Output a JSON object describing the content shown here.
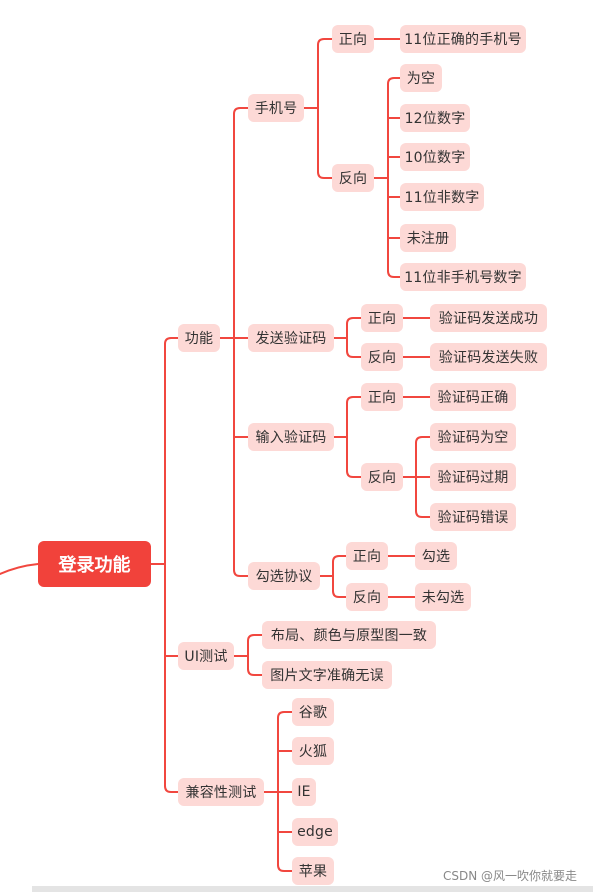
{
  "colors": {
    "line": "#f1473f",
    "node_bg": "#fdd9d6",
    "root_bg": "#f1423b",
    "root_text": "#ffffff",
    "node_text": "#333333"
  },
  "mindmap": {
    "root": {
      "label": "登录功能"
    },
    "func": {
      "label": "功能",
      "phone": {
        "label": "手机号",
        "pos": {
          "label": "正向",
          "items": [
            "11位正确的手机号"
          ]
        },
        "neg": {
          "label": "反向",
          "items": [
            "为空",
            "12位数字",
            "10位数字",
            "11位非数字",
            "未注册",
            "11位非手机号数字"
          ]
        }
      },
      "sendcode": {
        "label": "发送验证码",
        "pos": {
          "label": "正向",
          "items": [
            "验证码发送成功"
          ]
        },
        "neg": {
          "label": "反向",
          "items": [
            "验证码发送失败"
          ]
        }
      },
      "inputcode": {
        "label": "输入验证码",
        "pos": {
          "label": "正向",
          "items": [
            "验证码正确"
          ]
        },
        "neg": {
          "label": "反向",
          "items": [
            "验证码为空",
            "验证码过期",
            "验证码错误"
          ]
        }
      },
      "agree": {
        "label": "勾选协议",
        "pos": {
          "label": "正向",
          "items": [
            "勾选"
          ]
        },
        "neg": {
          "label": "反向",
          "items": [
            "未勾选"
          ]
        }
      }
    },
    "ui": {
      "label": "UI测试",
      "items": [
        "布局、颜色与原型图一致",
        "图片文字准确无误"
      ]
    },
    "compat": {
      "label": "兼容性测试",
      "items": [
        "谷歌",
        "火狐",
        "IE",
        "edge",
        "苹果"
      ]
    }
  },
  "watermark": "CSDN @风一吹你就要走"
}
